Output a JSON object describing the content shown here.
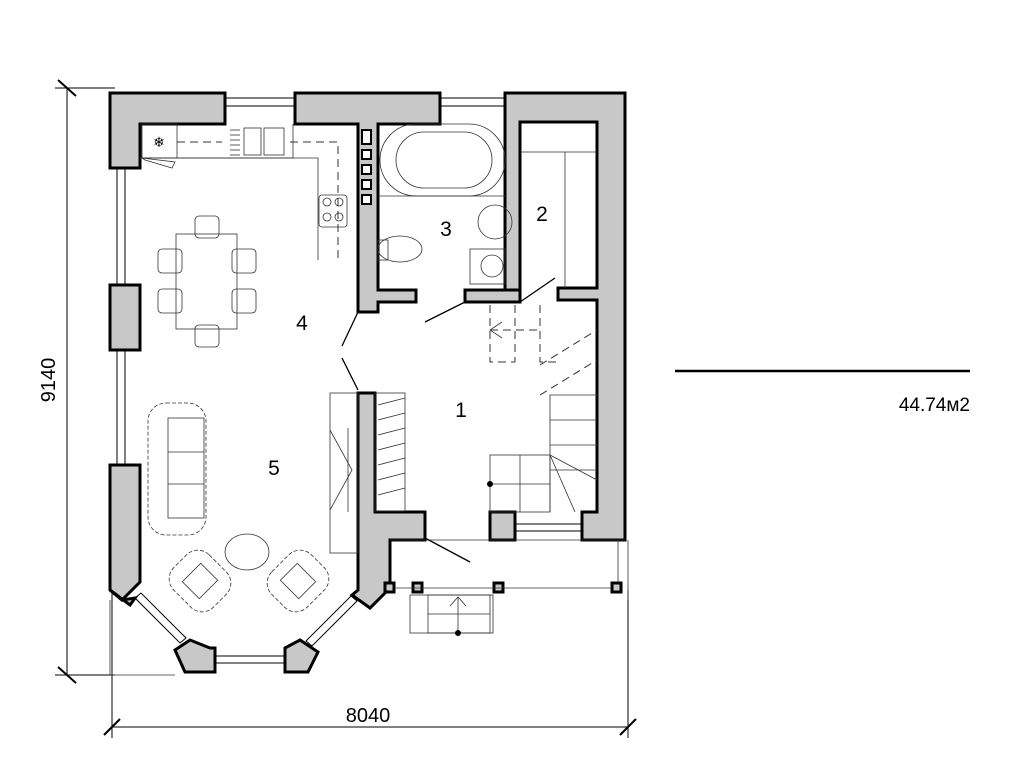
{
  "plan": {
    "rooms": [
      {
        "number": "1"
      },
      {
        "number": "2"
      },
      {
        "number": "3"
      },
      {
        "number": "4"
      },
      {
        "number": "5"
      }
    ],
    "dimensions": {
      "height": "9140",
      "width": "8040"
    },
    "area_label": "44.74м2",
    "wall_fill": "#c8c8c8"
  }
}
